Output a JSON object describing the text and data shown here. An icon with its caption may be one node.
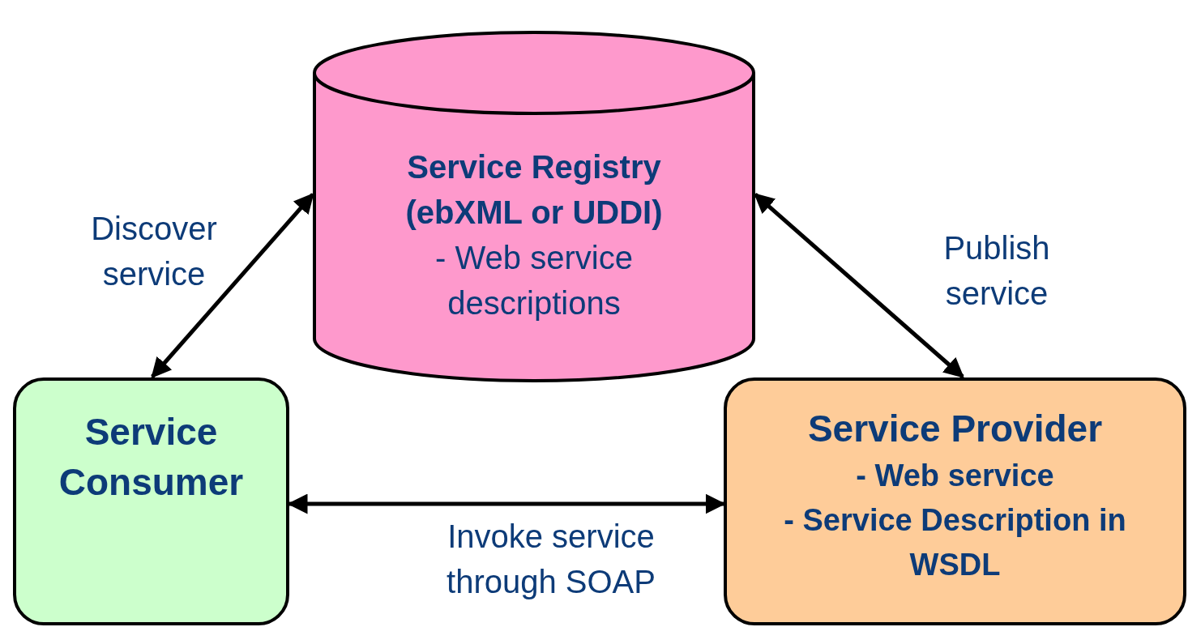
{
  "diagram": {
    "nodes": [
      {
        "text": [
          "Service Registry (ebXML or UDDI)",
          "- Web service descriptions"
        ]
      },
      {
        "text": [
          "Service Consumer"
        ]
      },
      {
        "text": [
          "Service Provider",
          "- Web service",
          "- Service Description in WSDL"
        ]
      }
    ],
    "edges": [
      {
        "from": 1,
        "to": 0,
        "arrow": "both",
        "label": "Discover service"
      },
      {
        "from": 0,
        "to": 2,
        "arrow": "both",
        "label": "Publish service"
      },
      {
        "from": 1,
        "to": 2,
        "arrow": "both",
        "label": "Invoke service through SOAP"
      }
    ]
  }
}
